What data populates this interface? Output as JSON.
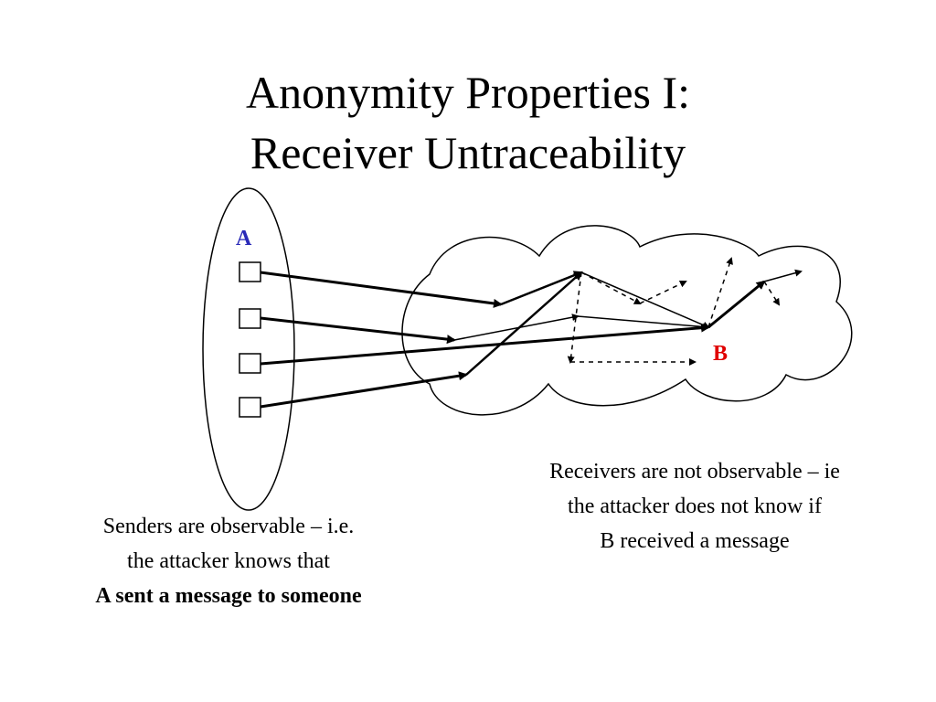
{
  "title": {
    "line1": "Anonymity Properties I:",
    "line2": "Receiver Untraceability"
  },
  "labels": {
    "sender": "A",
    "receiver": "B"
  },
  "captions": {
    "receivers": [
      "Receivers are not observable – ie",
      "the attacker does not know if",
      "B received a message"
    ],
    "senders": [
      "Senders are observable – i.e.",
      "the attacker knows that",
      "A sent a message to someone"
    ]
  },
  "colors": {
    "sender_label": "#2a2ab8",
    "receiver_label": "#e00000",
    "ink": "#000000"
  }
}
